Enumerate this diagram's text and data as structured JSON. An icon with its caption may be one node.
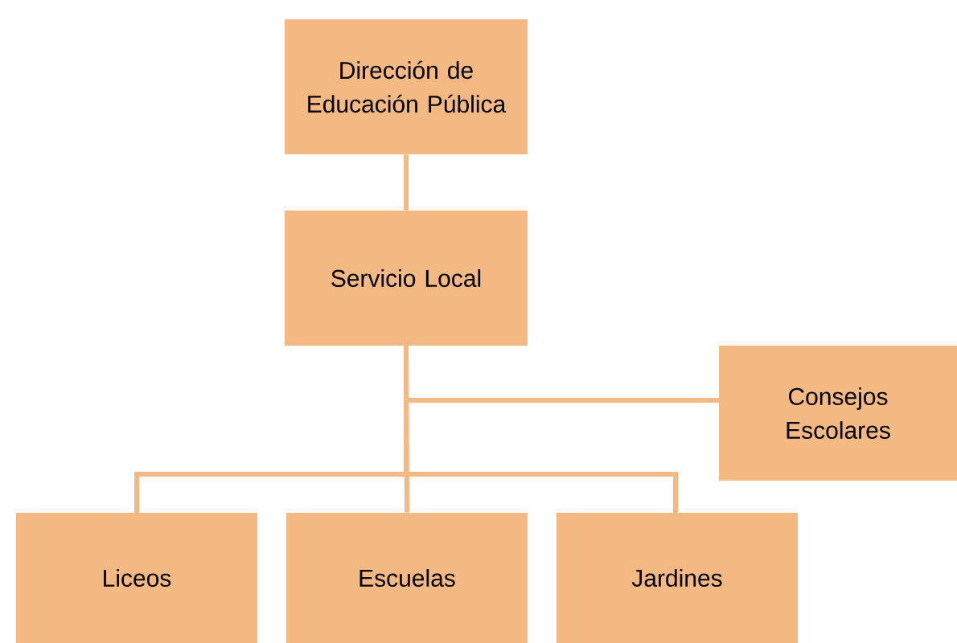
{
  "diagram": {
    "nodes": [
      {
        "text": [
          "Dirección de Educación Pública"
        ]
      },
      {
        "text": [
          "Servicio Local"
        ]
      },
      {
        "text": [
          "Consejos Escolares"
        ]
      },
      {
        "text": [
          "Liceos"
        ]
      },
      {
        "text": [
          "Escuelas"
        ]
      },
      {
        "text": [
          "Jardines"
        ]
      }
    ],
    "edges": [
      {
        "from": 0,
        "to": 1,
        "arrow": "none"
      },
      {
        "from": 1,
        "to": 2,
        "arrow": "none"
      },
      {
        "from": 1,
        "to": 3,
        "arrow": "none"
      },
      {
        "from": 1,
        "to": 4,
        "arrow": "none"
      },
      {
        "from": 1,
        "to": 5,
        "arrow": "none"
      }
    ]
  }
}
